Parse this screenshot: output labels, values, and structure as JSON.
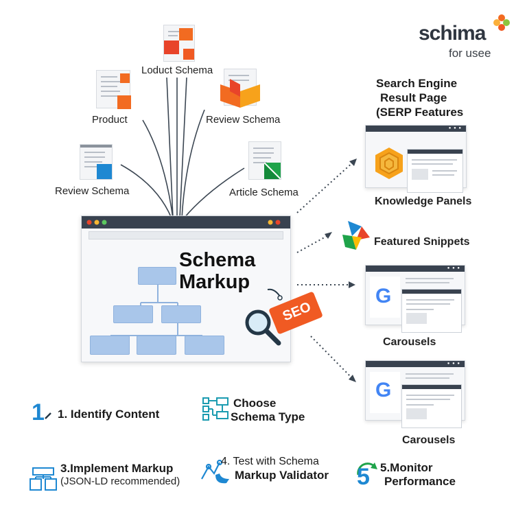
{
  "brand": {
    "name": "schima",
    "tagline": "for usee"
  },
  "center": {
    "title_line1": "Schema",
    "title_line2": "Markup",
    "tag": "SEO"
  },
  "schema_sources": {
    "top": "Loduct Schema",
    "product": "Product",
    "review_right": "Review Schema",
    "review_left": "Review Schema",
    "article": "Article Schema"
  },
  "serp": {
    "heading_line1": "Search Engine",
    "heading_line2": "Result Page",
    "heading_line3": "(SERP Features",
    "knowledge": "Knowledge Panels",
    "snippets": "Featured Snippets",
    "carousels1": "Carousels",
    "carousels2": "Carousels",
    "google_letter": "G"
  },
  "steps": {
    "s1": {
      "num": "1",
      "label": "1. Identify Content"
    },
    "s2": {
      "line1": "Choose",
      "line2": "Schema Type"
    },
    "s3": {
      "line1": "3.Implement Markup",
      "line2": "(JSON-LD recommended)"
    },
    "s4": {
      "line1": "4. Test with Schema",
      "line2": "Markup Validator"
    },
    "s5": {
      "num": "5",
      "line1": "5.Monitor",
      "line2": "Performance"
    }
  },
  "colors": {
    "orange": "#f05a23",
    "blue": "#1e88d2",
    "dark": "#39424f",
    "node": "#a9c6ea"
  }
}
